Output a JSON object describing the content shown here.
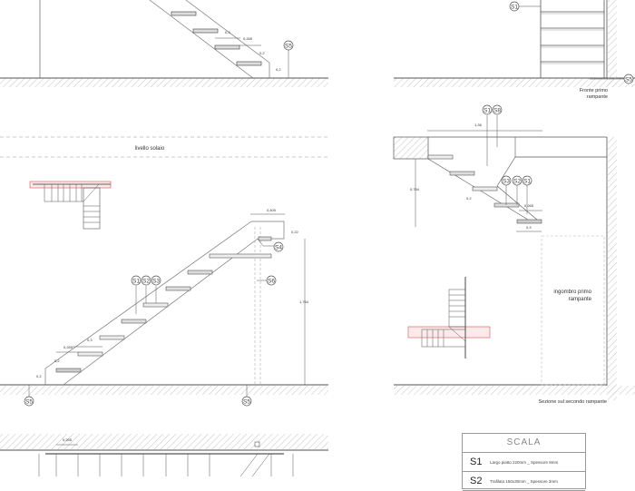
{
  "drawing": {
    "labels": {
      "level": "livello solaio",
      "front_view_1": "Fronte  primo",
      "front_view_2": "rampante",
      "section_caption": "Sezione sul secondo rampante",
      "footprint_1": "ingombro primo",
      "footprint_2": "rampante"
    },
    "tags": {
      "s1": "S1",
      "s2": "S2",
      "s3": "S3",
      "s4": "S4",
      "s5": "S5",
      "s6": "S6",
      "s8": "S8"
    },
    "dimensions": {
      "top_tread": "0,265",
      "top_rise1": "0,2",
      "top_rise2": "0,2",
      "top_step": "0,3",
      "main_landing_width": "0,400",
      "main_landing_height": "0,22",
      "main_total_height": "1,764",
      "main_tread": "0,265",
      "main_step": "0,3",
      "main_rise1": "0,2",
      "main_rise2": "0,2",
      "second_width": "1,36",
      "second_height": "0,784",
      "second_rise": "0,2",
      "second_tread": "0,265",
      "second_step": "0,3",
      "bottom_tread": "0,265"
    },
    "colors": {
      "line": "#555555",
      "hatch": "#bbbbbb",
      "highlight": "#d9534f",
      "tread_fill": "#cccccc"
    }
  },
  "legend": {
    "title": "SCALA",
    "items": [
      {
        "code": "S1",
        "desc": "Largo piatto 220mm _ Spessore 8mm"
      },
      {
        "code": "S2",
        "desc": "Trafilato 150x30mm _ Spessore 3mm"
      }
    ]
  }
}
